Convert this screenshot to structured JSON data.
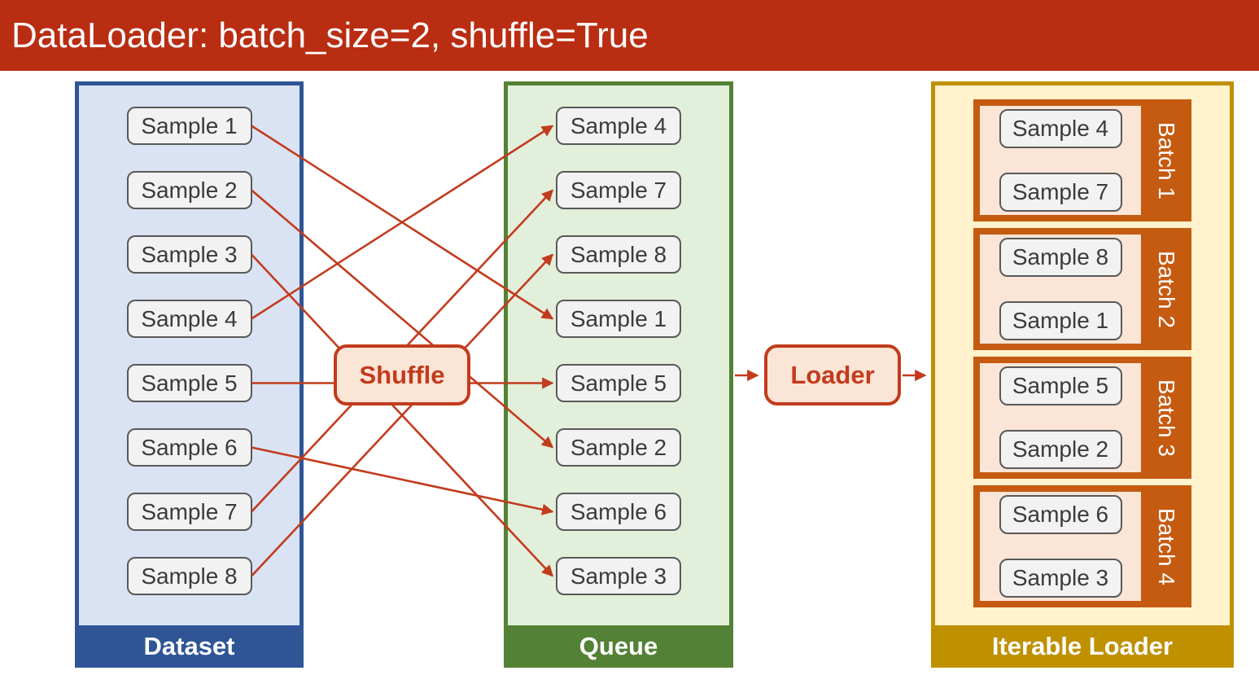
{
  "title": "DataLoader: batch_size=2, shuffle=True",
  "colors": {
    "banner": "#B92D12",
    "accent": "#C23B1D",
    "dataset_dark": "#2F5597",
    "dataset_light": "#DAE3F3",
    "queue_dark": "#538135",
    "queue_light": "#E2EFDA",
    "loader_dark": "#BF9000",
    "loader_light": "#FFF2CC",
    "batch_orange": "#C55A11",
    "node_fill": "#FBE5D6",
    "sample_fill": "#F2F2F2",
    "sample_border": "#595959"
  },
  "dataset": {
    "label": "Dataset",
    "samples": [
      "Sample 1",
      "Sample 2",
      "Sample 3",
      "Sample 4",
      "Sample 5",
      "Sample 6",
      "Sample 7",
      "Sample 8"
    ]
  },
  "queue": {
    "label": "Queue",
    "samples": [
      "Sample 4",
      "Sample 7",
      "Sample 8",
      "Sample 1",
      "Sample 5",
      "Sample 2",
      "Sample 6",
      "Sample 3"
    ]
  },
  "nodes": {
    "shuffle": "Shuffle",
    "loader": "Loader"
  },
  "loader_panel": {
    "label": "Iterable Loader",
    "batches": [
      {
        "label": "Batch 1",
        "samples": [
          "Sample 4",
          "Sample 7"
        ]
      },
      {
        "label": "Batch 2",
        "samples": [
          "Sample 8",
          "Sample 1"
        ]
      },
      {
        "label": "Batch 3",
        "samples": [
          "Sample 5",
          "Sample 2"
        ]
      },
      {
        "label": "Batch 4",
        "samples": [
          "Sample 6",
          "Sample 3"
        ]
      }
    ]
  },
  "connections": [
    {
      "from": 0,
      "to": 3
    },
    {
      "from": 1,
      "to": 5
    },
    {
      "from": 2,
      "to": 7
    },
    {
      "from": 3,
      "to": 0
    },
    {
      "from": 4,
      "to": 4
    },
    {
      "from": 5,
      "to": 6
    },
    {
      "from": 6,
      "to": 1
    },
    {
      "from": 7,
      "to": 2
    }
  ]
}
